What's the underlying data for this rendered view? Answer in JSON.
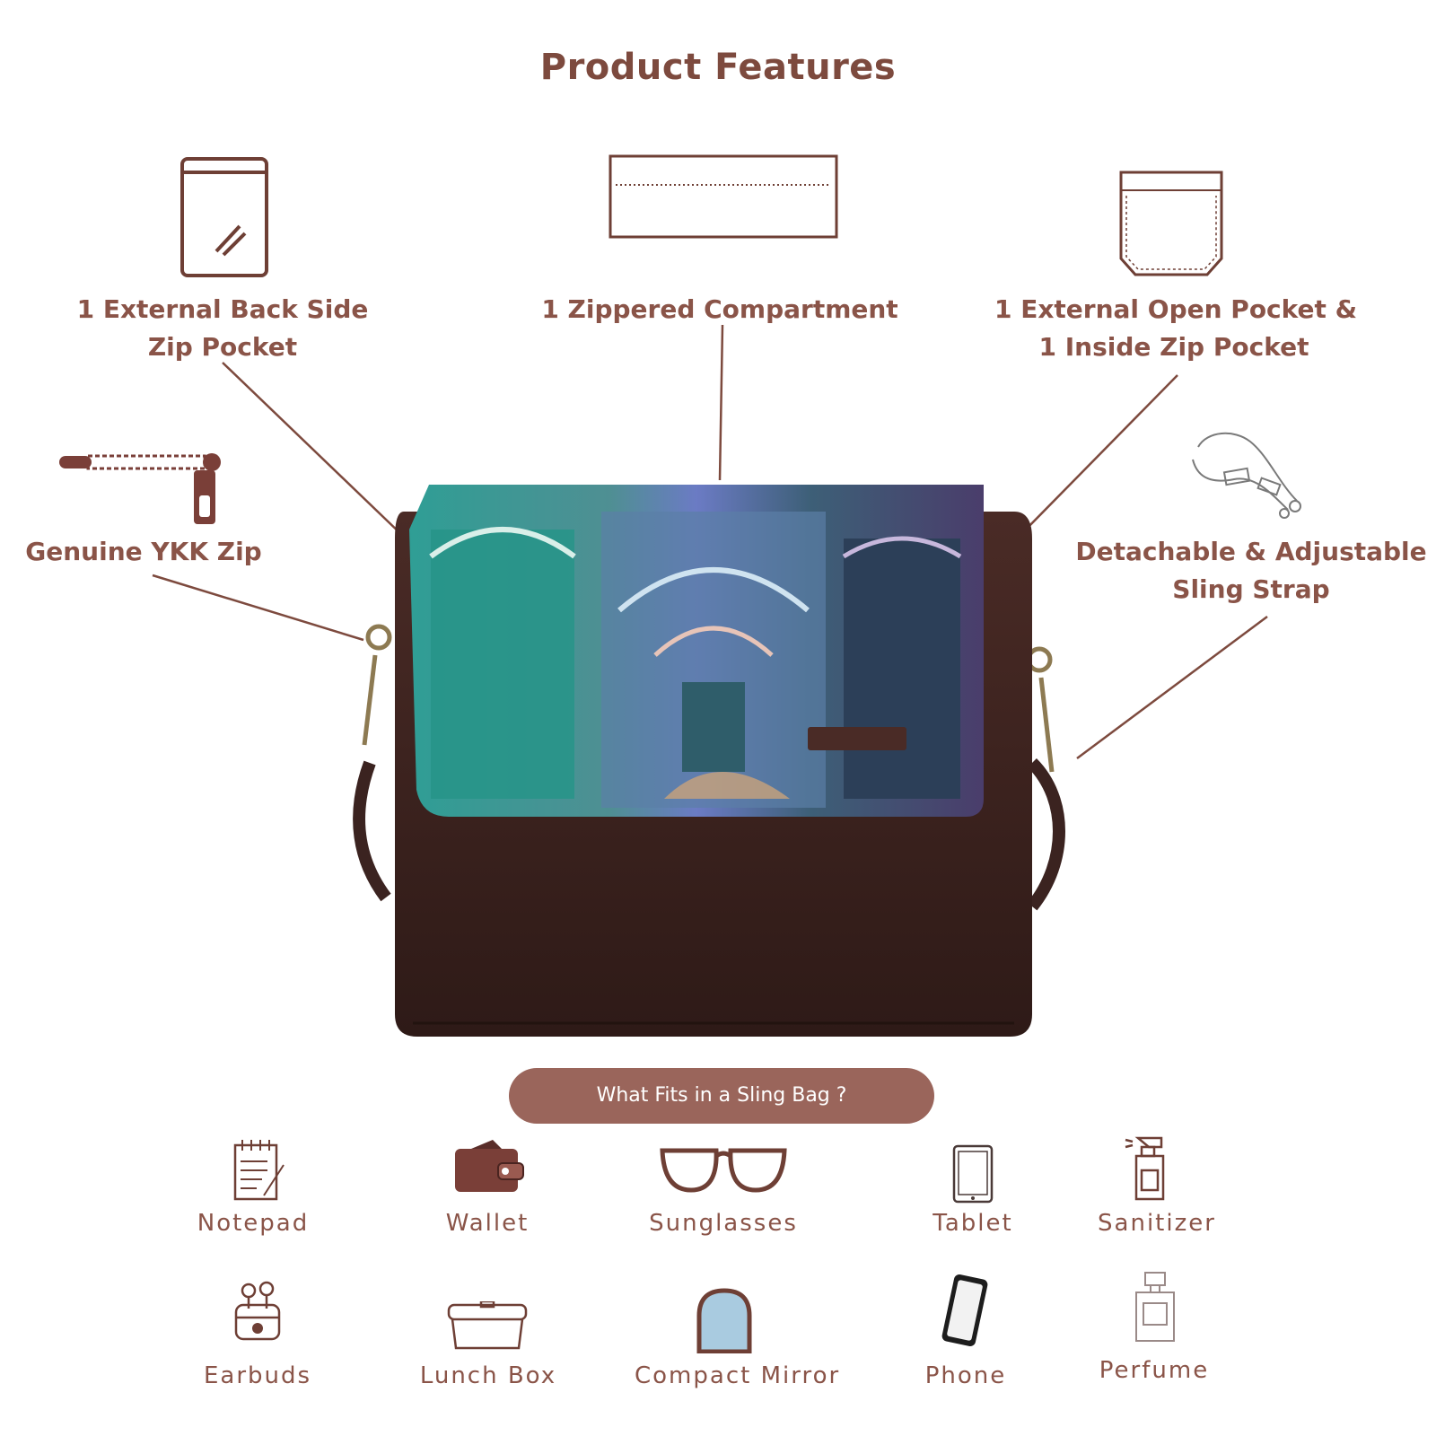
{
  "title": "Product Features",
  "features": [
    {
      "id": "back-pocket",
      "lines": [
        "1 External Back Side",
        "Zip Pocket"
      ],
      "icon": "zip-pouch-icon"
    },
    {
      "id": "zippered-compartment",
      "lines": [
        "1 Zippered Compartment"
      ],
      "icon": "compartment-icon"
    },
    {
      "id": "open-pocket",
      "lines": [
        "1 External Open Pocket &",
        "1 Inside Zip Pocket"
      ],
      "icon": "pocket-icon"
    },
    {
      "id": "ykk-zip",
      "lines": [
        "Genuine YKK Zip"
      ],
      "icon": "zipper-icon"
    },
    {
      "id": "sling-strap",
      "lines": [
        "Detachable & Adjustable",
        "Sling Strap"
      ],
      "icon": "strap-icon"
    }
  ],
  "fits_button": "What Fits in a Sling Bag ?",
  "items": [
    {
      "label": "Notepad",
      "icon": "notepad-icon"
    },
    {
      "label": "Wallet",
      "icon": "wallet-icon"
    },
    {
      "label": "Sunglasses",
      "icon": "sunglasses-icon"
    },
    {
      "label": "Tablet",
      "icon": "tablet-icon"
    },
    {
      "label": "Sanitizer",
      "icon": "sanitizer-icon"
    },
    {
      "label": "Earbuds",
      "icon": "earbuds-icon"
    },
    {
      "label": "Lunch Box",
      "icon": "lunch-box-icon"
    },
    {
      "label": "Compact Mirror",
      "icon": "compact-mirror-icon"
    },
    {
      "label": "Phone",
      "icon": "phone-icon"
    },
    {
      "label": "Perfume",
      "icon": "perfume-icon"
    }
  ],
  "colors": {
    "accent": "#8a5448",
    "title": "#7d4a3e",
    "pill": "#9a655b",
    "bag": "#3b2320"
  }
}
